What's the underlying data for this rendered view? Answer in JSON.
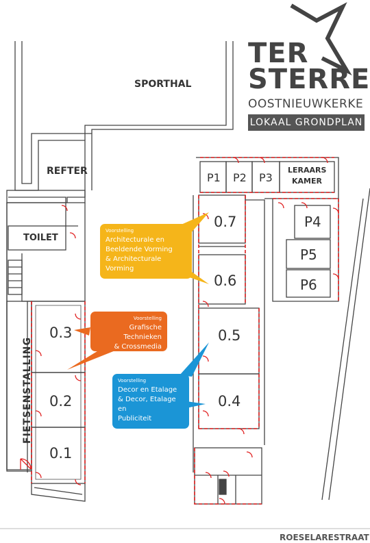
{
  "logo": {
    "line1": "TER",
    "line2": "STERRE",
    "line3": "OOSTNIEUWKERKE",
    "banner": "LOKAAL GRONDPLAN"
  },
  "labels": {
    "sporthal": "SPORTHAL",
    "refter": "REFTER",
    "toilet": "TOILET",
    "fietsenstalling": "FIETSENSTALLING",
    "street": "ROESELARESTRAAT",
    "leraars_line1": "LERAARS",
    "leraars_line2": "KAMER"
  },
  "rooms": {
    "r01": "0.1",
    "r02": "0.2",
    "r03": "0.3",
    "r04": "0.4",
    "r05": "0.5",
    "r06": "0.6",
    "r07": "0.7",
    "p1": "P1",
    "p2": "P2",
    "p3": "P3",
    "p4": "P4",
    "p5": "P5",
    "p6": "P6"
  },
  "callouts": {
    "yellow": {
      "kicker": "Voorstelling",
      "line1": "Architecturale en",
      "line2": "Beeldende Vorming",
      "line3": "& Architecturale Vorming",
      "color": "#f5b51a"
    },
    "orange": {
      "kicker": "Voorstelling",
      "line1": "Grafische Technieken",
      "line2": "& Crossmedia",
      "color": "#ea6a20"
    },
    "blue": {
      "kicker": "Voorstelling",
      "line1": "Decor en Etalage",
      "line2": "& Decor, Etalage en",
      "line3": "Publiciteit",
      "color": "#1b95d6"
    }
  },
  "colors": {
    "wall": "#444444",
    "door": "#e02020"
  }
}
